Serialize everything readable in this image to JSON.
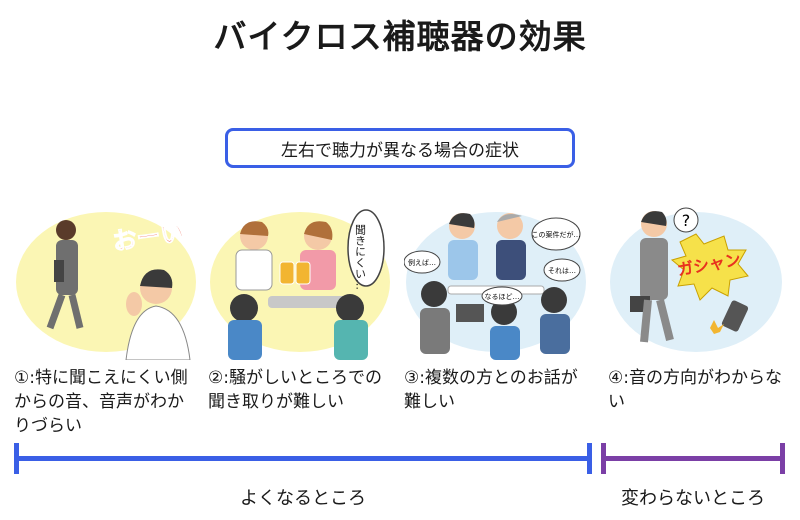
{
  "title": "バイクロス補聴器の効果",
  "subtitle": "左右で聴力が異なる場合の症状",
  "panels": [
    {
      "caption": "①:特に聞こえにくい側からの音、音声がわかりづらい",
      "shout": "おーい"
    },
    {
      "caption": "②:騒がしいところでの聞き取りが難しい",
      "bubble": "聞きにくい…"
    },
    {
      "caption": "③:複数の方とのお話が難しい",
      "bubbles": [
        "この案件だが…",
        "例えば…",
        "それは…",
        "なるほど…"
      ]
    },
    {
      "caption": "④:音の方向がわからない",
      "sound": "ガシャン",
      "question": "?"
    }
  ],
  "scale": {
    "improves_label": "よくなるところ",
    "unchanged_label": "変わらないところ",
    "improves_color": "#3a5fe6",
    "unchanged_color": "#7b3fa6"
  }
}
